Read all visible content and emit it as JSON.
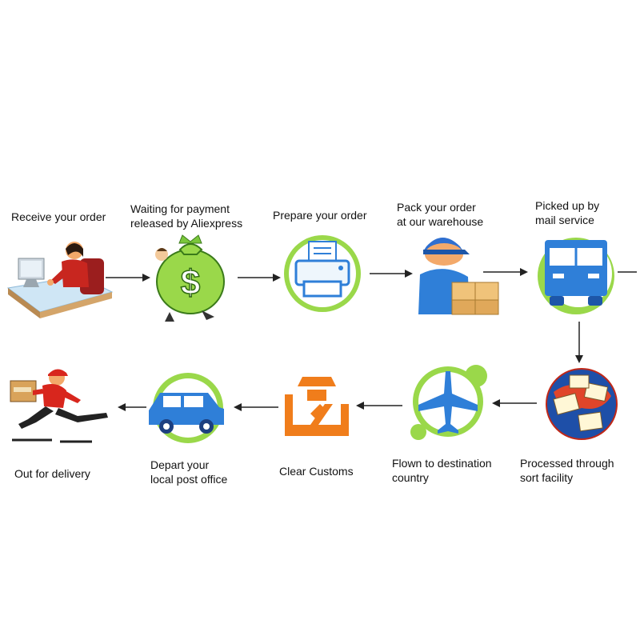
{
  "colors": {
    "accent_green": "#9ad84a",
    "blue": "#2f7fd8",
    "orange": "#f07d1b",
    "arrow": "#222222"
  },
  "steps": [
    {
      "label": "Receive your order",
      "icon": "computer-user-icon"
    },
    {
      "label": "Waiting for payment\nreleased by Aliexpress",
      "icon": "money-bag-icon"
    },
    {
      "label": "Prepare your order",
      "icon": "printer-icon"
    },
    {
      "label": "Pack your order\nat our warehouse",
      "icon": "worker-box-icon"
    },
    {
      "label": "Picked up by\nmail service",
      "icon": "truck-icon"
    },
    {
      "label": "Processed through\nsort facility",
      "icon": "mail-globe-icon"
    },
    {
      "label": "Flown to destination\ncountry",
      "icon": "airplane-icon"
    },
    {
      "label": "Clear Customs",
      "icon": "customs-officer-icon"
    },
    {
      "label": "Depart your\nlocal post office",
      "icon": "car-icon"
    },
    {
      "label": "Out for delivery",
      "icon": "courier-running-icon"
    }
  ]
}
